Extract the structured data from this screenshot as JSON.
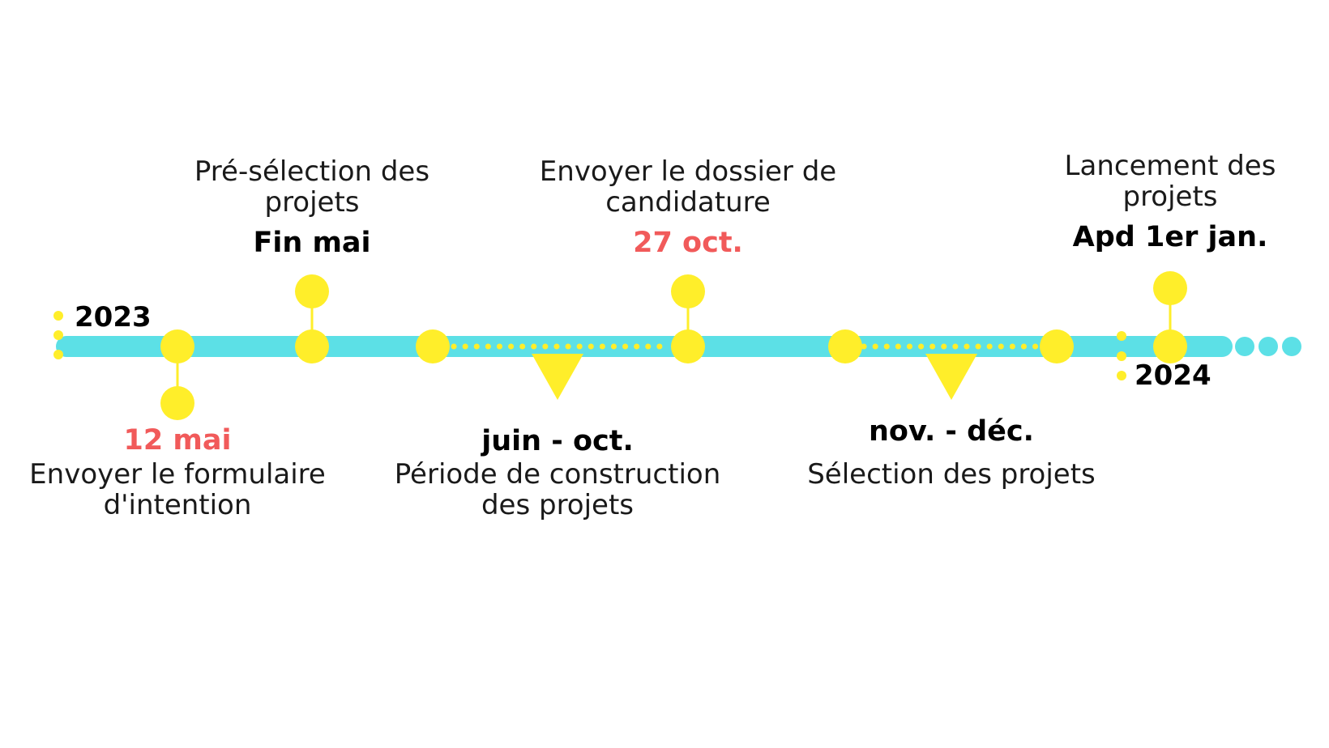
{
  "colors": {
    "track": "#5ce0e6",
    "node": "#ffee2a",
    "dots": "#ffee2a",
    "highlight_date": "#f15a5a",
    "date": "#000000",
    "text": "#1a1a1a"
  },
  "years": {
    "start": "2023",
    "end": "2024"
  },
  "milestones": [
    {
      "date": "12 mai",
      "title": [
        "Envoyer le formulaire",
        "d'intention"
      ],
      "highlight": true
    },
    {
      "date": "Fin mai",
      "title": [
        "Pré-sélection des",
        "projets"
      ],
      "highlight": false
    },
    {
      "date": "juin - oct.",
      "title": [
        "Période de construction",
        "des projets"
      ],
      "highlight": false
    },
    {
      "date": "27 oct.",
      "title": [
        "Envoyer le dossier de",
        "candidature"
      ],
      "highlight": true
    },
    {
      "date": "nov. - déc.",
      "title": [
        "Sélection des projets"
      ],
      "highlight": false
    },
    {
      "date": "Apd 1er jan.",
      "title": [
        "Lancement des",
        "projets"
      ],
      "highlight": false
    }
  ]
}
